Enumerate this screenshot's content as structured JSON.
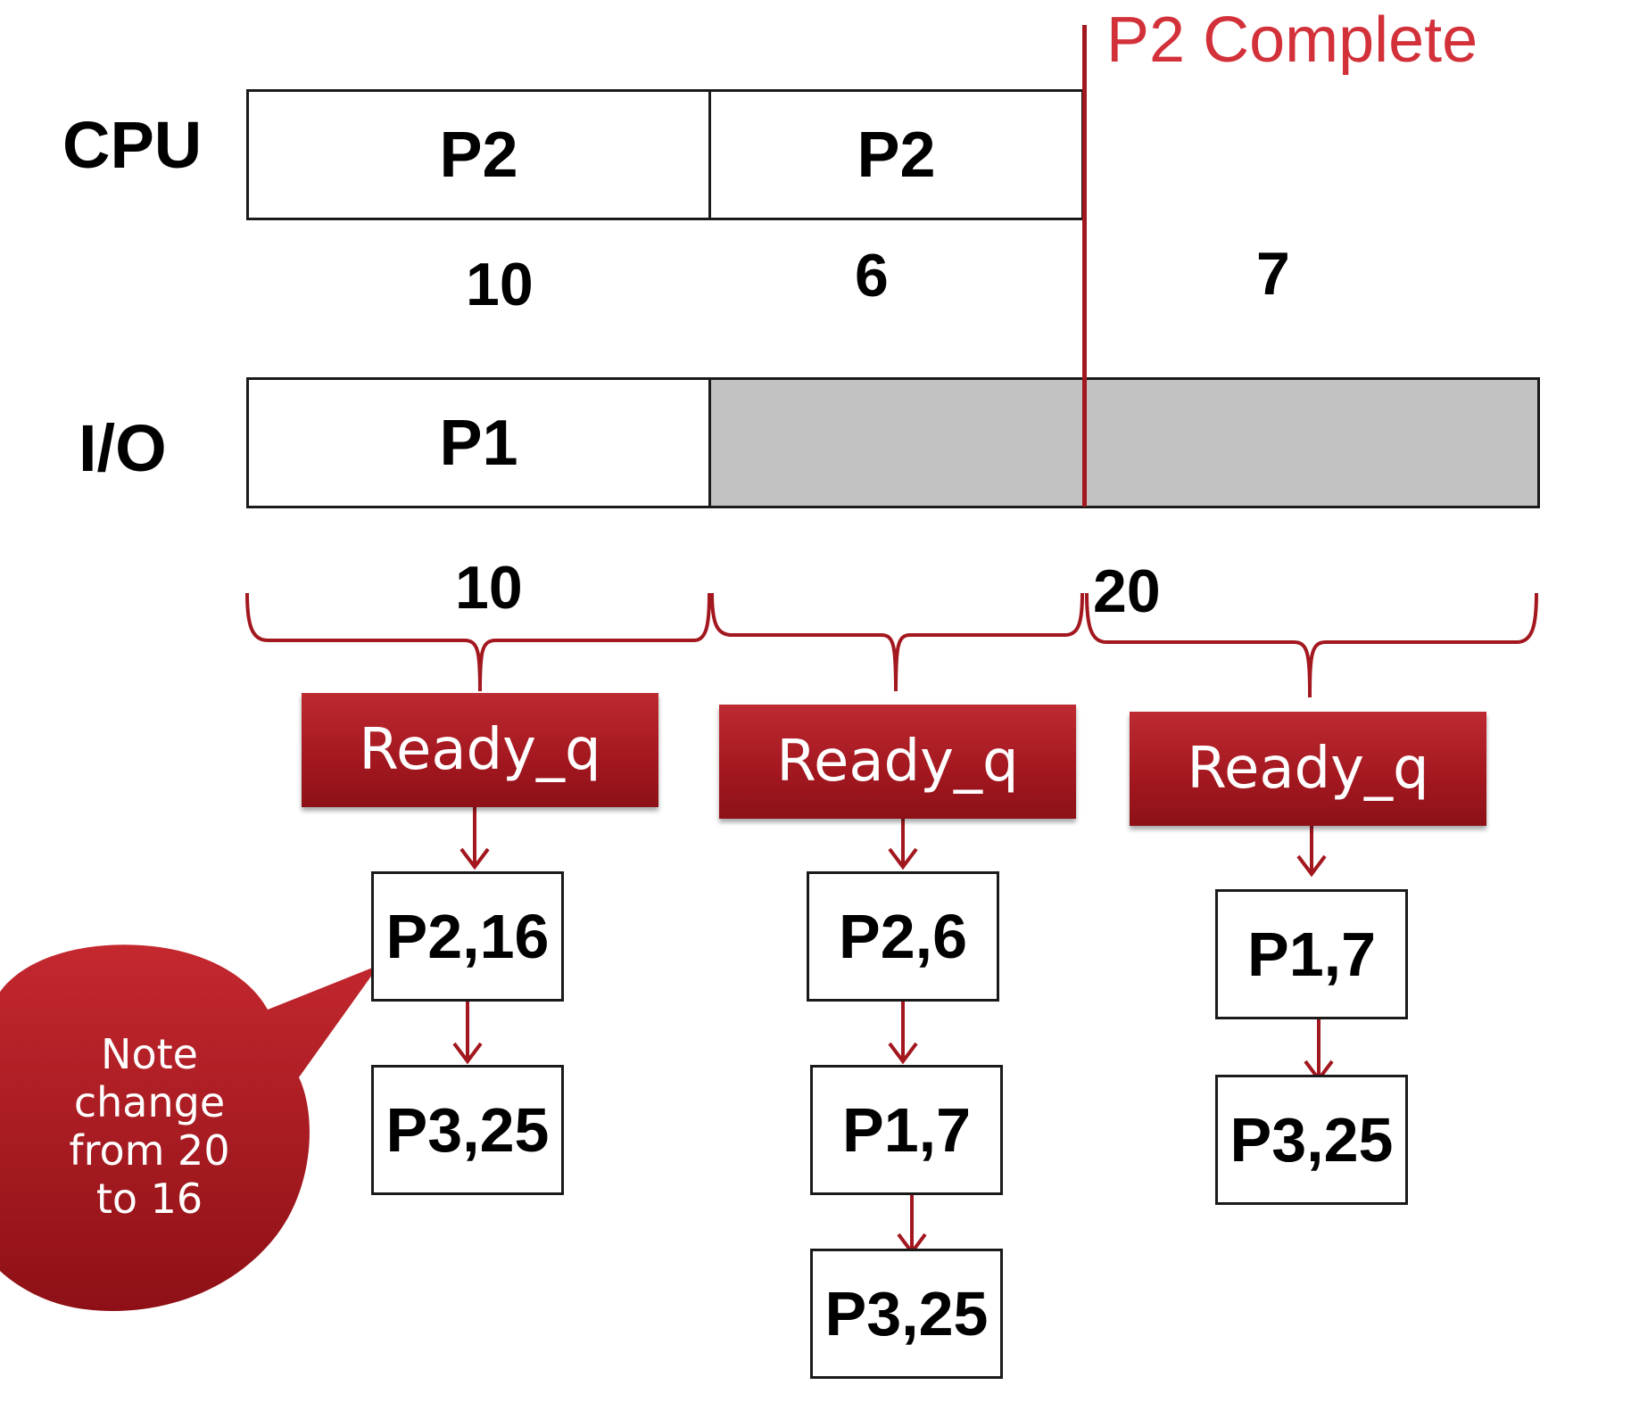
{
  "marker": {
    "label": "P2 Complete",
    "color": "#d3313a"
  },
  "cpu": {
    "label": "CPU",
    "segments": [
      {
        "process": "P2"
      },
      {
        "process": "P2"
      }
    ],
    "durations": [
      "10",
      "6",
      "7"
    ]
  },
  "io": {
    "label": "I/O",
    "segments": [
      {
        "process": "P1"
      },
      {
        "process": ""
      }
    ],
    "durations": [
      "10",
      "20"
    ]
  },
  "ready_queues": [
    {
      "label": "Ready_q",
      "items": [
        "P2,16",
        "P3,25"
      ]
    },
    {
      "label": "Ready_q",
      "items": [
        "P2,6",
        "P1,7",
        "P3,25"
      ]
    },
    {
      "label": "Ready_q",
      "items": [
        "P1,7",
        "P3,25"
      ]
    }
  ],
  "callout": {
    "lines": [
      "Note",
      "change",
      "from 20",
      "to 16"
    ]
  },
  "colors": {
    "accent": "#a3171f",
    "idle": "#c2c2c2",
    "bracket": "#a3171f"
  }
}
